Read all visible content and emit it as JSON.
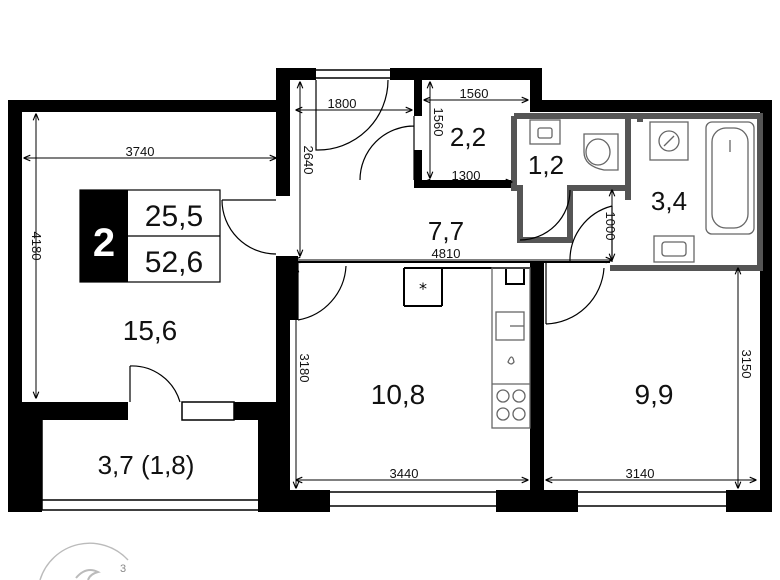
{
  "summary": {
    "rooms": "2",
    "living_area": "25,5",
    "total_area": "52,6"
  },
  "rooms": {
    "living_large": "15,6",
    "balcony": "3,7 (1,8)",
    "hall": "7,7",
    "closet": "2,2",
    "toilet": "1,2",
    "bathroom": "3,4",
    "kitchen": "10,8",
    "bedroom": "9,9"
  },
  "dimensions": {
    "living_width": "3740",
    "living_depth": "4180",
    "hall_width": "1800",
    "hall_depth": "2640",
    "closet_width": "1560",
    "closet_depth": "1560",
    "closet_bottom": "1300",
    "hall_length": "4810",
    "bath_opening": "1000",
    "kitchen_depth": "3180",
    "kitchen_width": "3440",
    "bedroom_depth": "3150",
    "bedroom_width": "3140"
  },
  "logo": {
    "superscript": "3"
  },
  "colors": {
    "wall": "#000000",
    "wet_wall": "#555555",
    "fixture": "#666666",
    "background": "#ffffff"
  }
}
